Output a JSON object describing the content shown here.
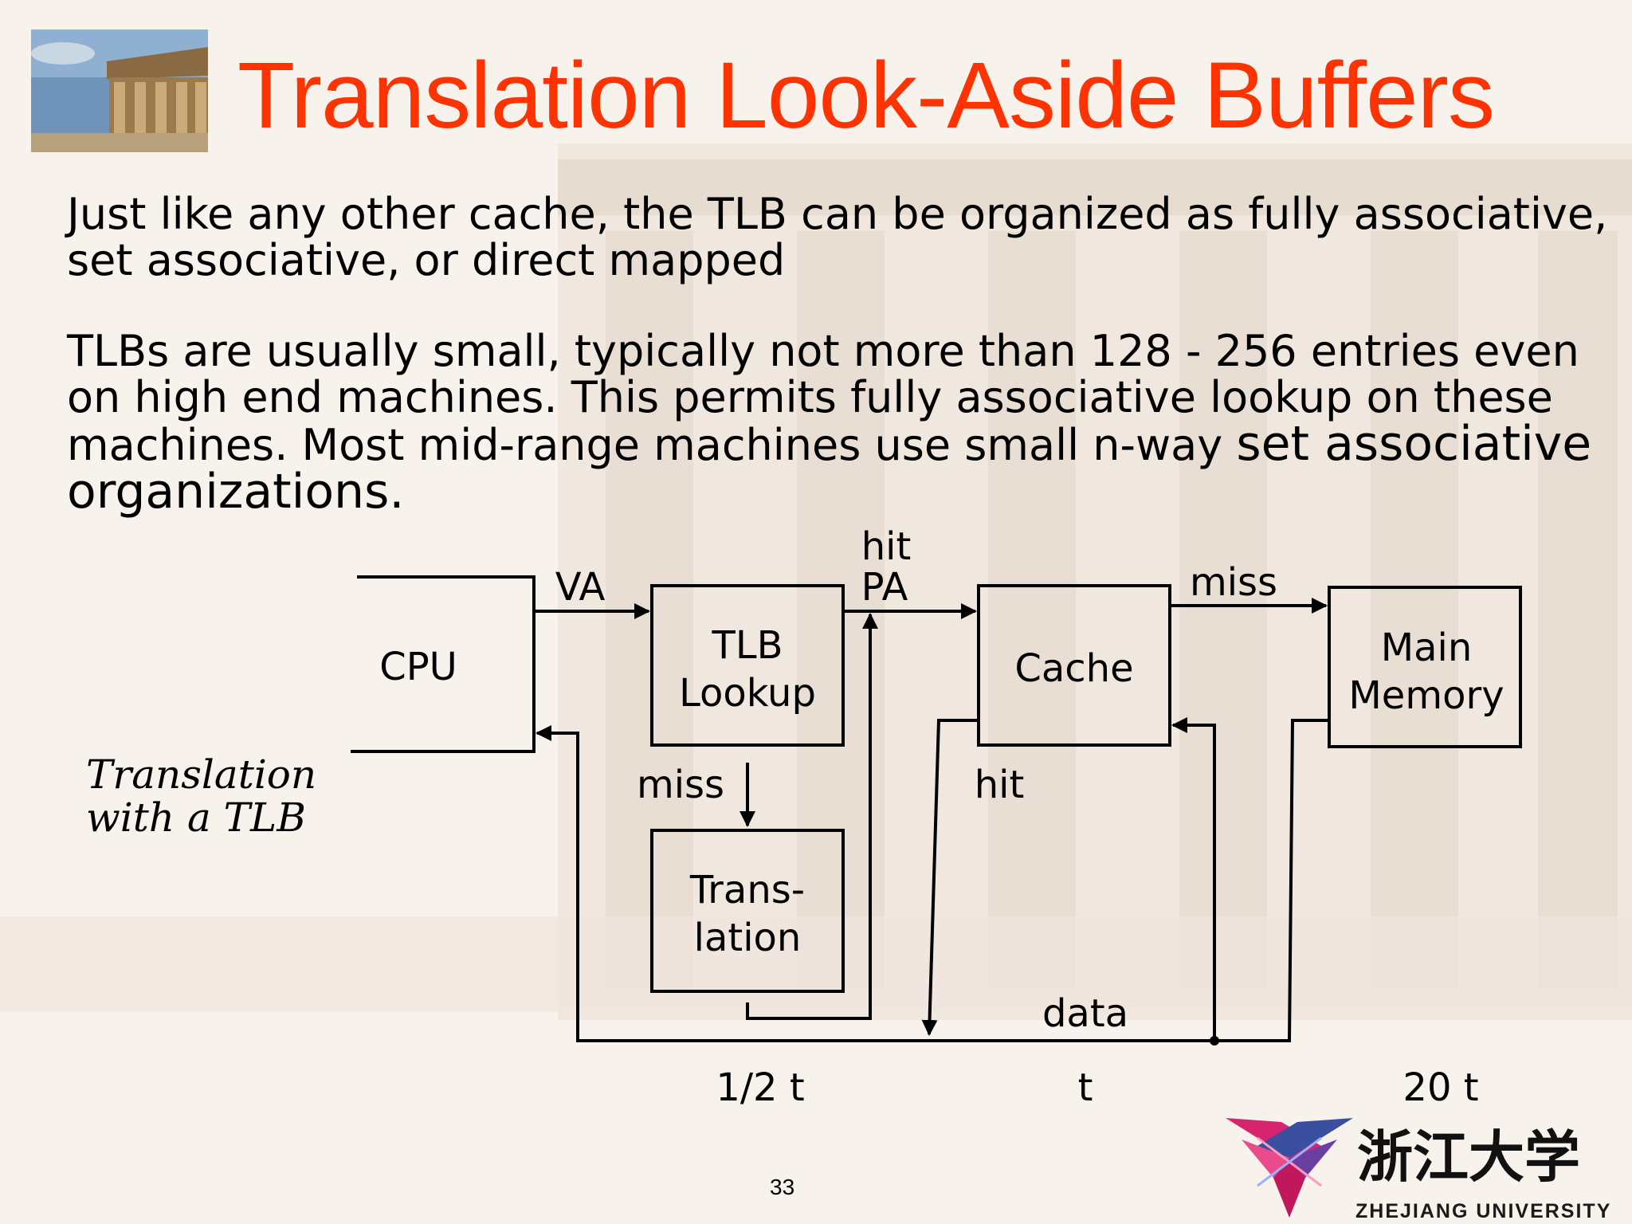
{
  "slide": {
    "title": "Translation Look-Aside Buffers",
    "paragraph1": "Just like any other cache, the TLB can be organized as fully associative, set associative, or direct mapped",
    "paragraph2_main": "TLBs are usually small, typically not more than 128 - 256 entries even on high end machines.  This permits fully associative lookup on these machines.  Most mid-range machines use small n-way ",
    "paragraph2_big": "set associative organizations.",
    "page_number": "33"
  },
  "diagram": {
    "cpu": "CPU",
    "tlb_line1": "TLB",
    "tlb_line2": "Lookup",
    "cache": "Cache",
    "main_line1": "Main",
    "main_line2": "Memory",
    "trans_line1": "Trans-",
    "trans_line2": "lation",
    "va": "VA",
    "hit_top": "hit",
    "pa": "PA",
    "miss_right": "miss",
    "miss_down": "miss",
    "hit_cache": "hit",
    "data": "data",
    "time_tlb": "1/2 t",
    "time_cache": "t",
    "time_memory": "20 t",
    "caption_line1": "Translation",
    "caption_line2": "with a TLB"
  },
  "logo": {
    "chinese_name": "浙江大学",
    "english_name": "ZHEJIANG UNIVERSITY"
  }
}
